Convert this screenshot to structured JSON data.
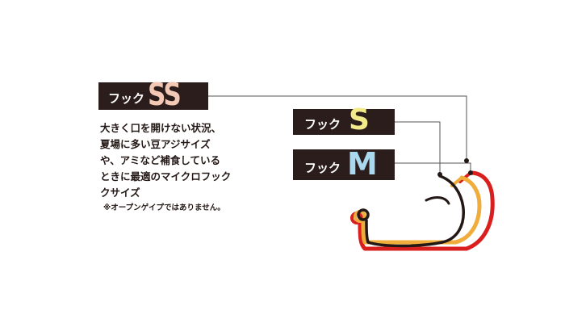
{
  "labels": {
    "ss": {
      "prefix": "フック",
      "size": "SS"
    },
    "s": {
      "prefix": "フック",
      "size": "S"
    },
    "m": {
      "prefix": "フック",
      "size": "M"
    }
  },
  "description": "大きく口を開けない状況、\n夏場に多い豆アジサイズ\nや、アミなど補食している\nときに最適のマイクロフック\nクサイズ",
  "note": "※オープンゲイプではありません。",
  "colors": {
    "label_bg": "#2b1d1b",
    "ss_text": "#f3c8b4",
    "s_text": "#f2e98a",
    "m_text": "#a9d8ef",
    "hook_ss": "#231815",
    "hook_s": "#f0ad3c",
    "hook_m": "#d9201e",
    "leader_line": "#555555"
  }
}
